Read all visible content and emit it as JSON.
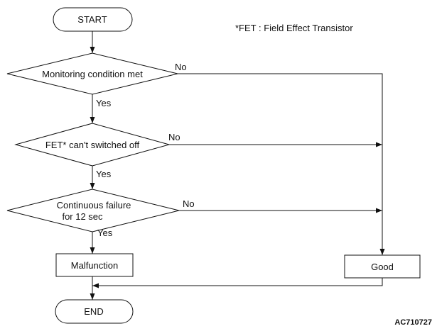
{
  "note": "*FET : Field Effect Transistor",
  "figure_id": "AC710727",
  "nodes": {
    "start": "START",
    "d1": "Monitoring condition met",
    "d2": "FET* can't switched off",
    "d3_line1": "Continuous failure",
    "d3_line2": "for 12 sec",
    "malfunction": "Malfunction",
    "good": "Good",
    "end": "END"
  },
  "edges": {
    "d1_yes": "Yes",
    "d1_no": "No",
    "d2_yes": "Yes",
    "d2_no": "No",
    "d3_yes": "Yes",
    "d3_no": "No"
  }
}
